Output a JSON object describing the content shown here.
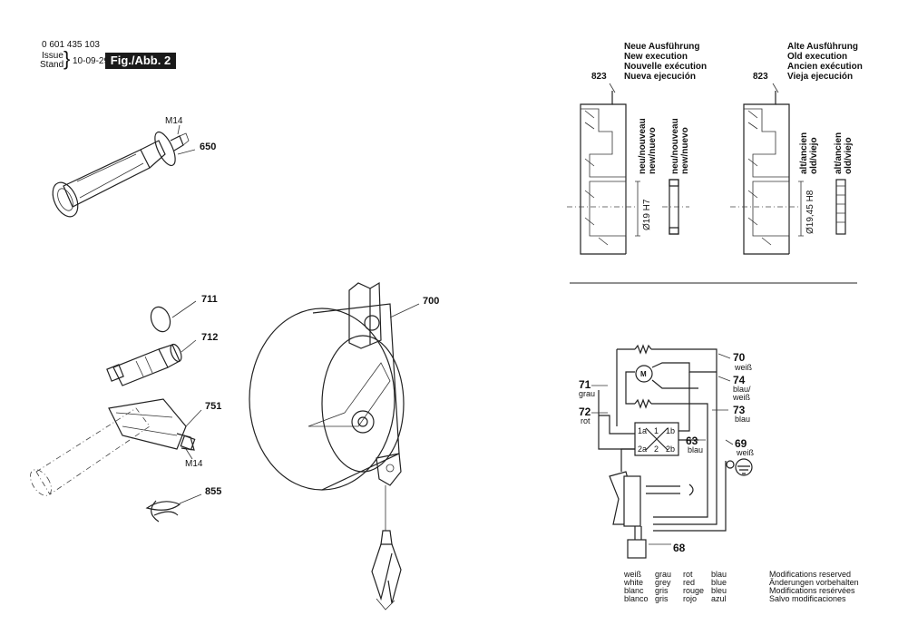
{
  "header": {
    "part_number": "0 601 435 103",
    "issue_label": "Issue",
    "stand_label": "Stand",
    "date": "10-09-29",
    "figure": "Fig./Abb. 2"
  },
  "callouts": {
    "handle_thread": "M14",
    "handle_number": "650",
    "oring": "711",
    "adapter": "712",
    "side_handle": "751",
    "side_thread": "M14",
    "clip": "855",
    "balancer": "700"
  },
  "execution_new": {
    "lines": [
      "Neue Ausführung",
      "New execution",
      "Nouvelle exécution",
      "Nueva ejecución"
    ],
    "part": "823",
    "vlabel1": [
      "neu/nouveau",
      "new/nuevo"
    ],
    "vlabel2": [
      "neu/nouveau",
      "new/nuevo"
    ],
    "dimension": "Ø19 H7"
  },
  "execution_old": {
    "lines": [
      "Alte Ausführung",
      "Old execution",
      "Ancien exécution",
      "Vieja ejecución"
    ],
    "part": "823",
    "vlabel1": [
      "alt/ancien",
      "old/viejo"
    ],
    "vlabel2": [
      "alt/ancien",
      "old/viejo"
    ],
    "dimension": "Ø19,45 H8"
  },
  "wiring": {
    "w70": {
      "num": "70",
      "color": "weiß"
    },
    "w74": {
      "num": "74",
      "color": [
        "blau/",
        "weiß"
      ]
    },
    "w71": {
      "num": "71",
      "color": "grau"
    },
    "w72": {
      "num": "72",
      "color": "rot"
    },
    "w73": {
      "num": "73",
      "color": "blau"
    },
    "w63": {
      "num": "63",
      "color": "blau"
    },
    "w69": {
      "num": "69",
      "color": "weiß"
    },
    "w68": {
      "num": "68"
    },
    "switch_top": [
      "1a",
      "1",
      "1b"
    ],
    "switch_bottom": [
      "2a",
      "2",
      "2b"
    ],
    "motor": "M"
  },
  "color_legend": [
    [
      "weiß",
      "white",
      "blanc",
      "blanco"
    ],
    [
      "grau",
      "grey",
      "gris",
      "gris"
    ],
    [
      "rot",
      "red",
      "rouge",
      "rojo"
    ],
    [
      "blau",
      "blue",
      "bleu",
      "azul"
    ]
  ],
  "modifications": [
    "Modifications reserved",
    "Änderungen vorbehalten",
    "Modifications resérvées",
    "Salvo modificaciones"
  ]
}
